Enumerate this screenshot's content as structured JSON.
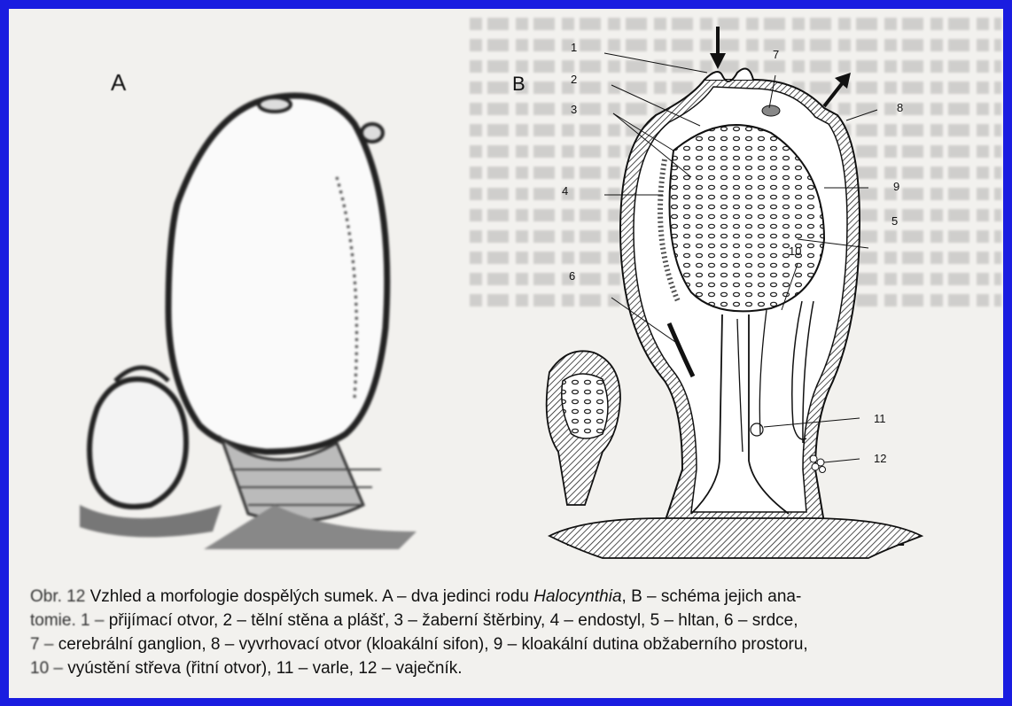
{
  "figure": {
    "label_a": "A",
    "label_b": "B"
  },
  "callouts": [
    "1",
    "2",
    "3",
    "4",
    "5",
    "6",
    "7",
    "8",
    "9",
    "10",
    "11",
    "12"
  ],
  "caption": {
    "prefix": "Obr. 12 ",
    "part1": "Vzhled a morfologie dospělých sumek. A – dva jedinci rodu ",
    "genus": "Halocynthia",
    "part2": ", B – schéma jejich ana-",
    "line2_prefix": "tomie. 1 – ",
    "line2": "přijímací otvor, 2 – tělní stěna a plášť, 3 – žaberní štěrbiny, 4 – endostyl, 5 – hltan, 6 – srdce,",
    "line3_prefix": "7 – ",
    "line3": "cerebrální ganglion, 8 – vyvrhovací otvor (kloakální sifon), 9 – kloakální dutina obžaberního prostoru,",
    "line4_prefix": "10 – ",
    "line4": "vyústění střeva (řitní otvor), 11 – varle, 12 – vaječník.",
    "line5_prefix": "",
    "line5": ""
  },
  "colors": {
    "frame": "#1a1de0",
    "paper": "#f2f1ee",
    "ink": "#111111"
  }
}
